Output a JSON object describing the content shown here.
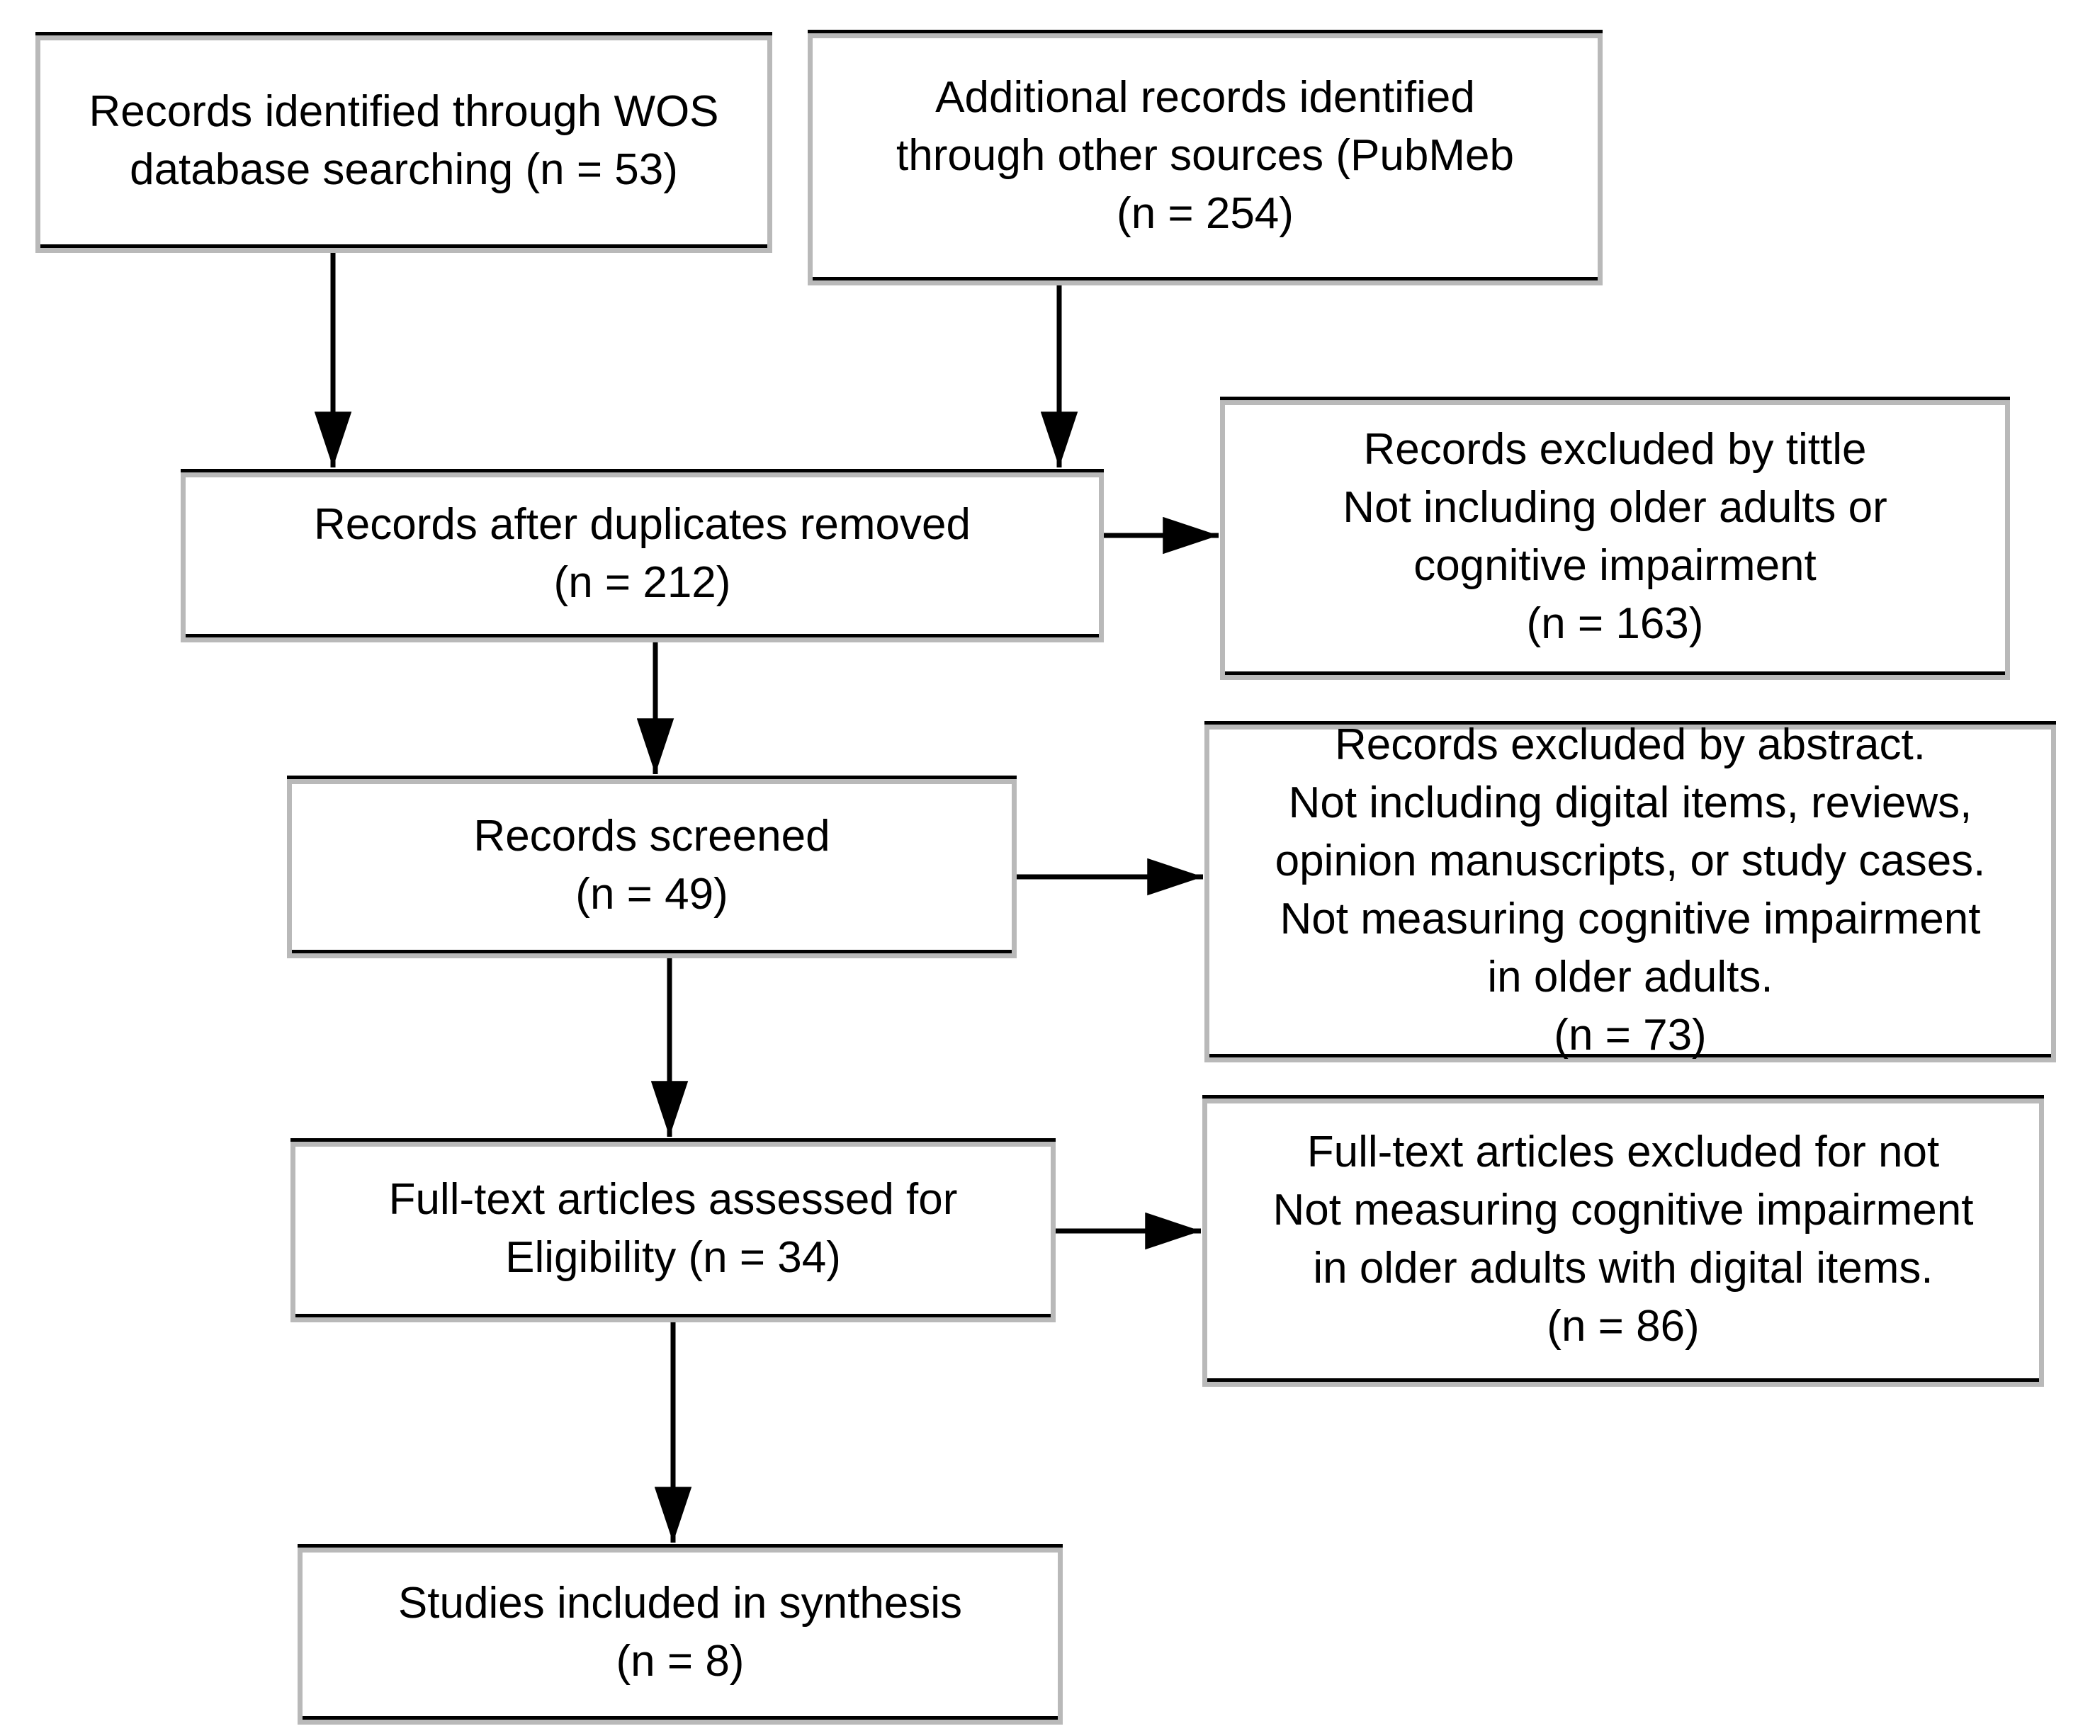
{
  "colors": {
    "ink": "#000000",
    "background": "#ffffff",
    "shadow": "#b9b9b9"
  },
  "boxes": {
    "wos": {
      "text": "Records identified through WOS\ndatabase searching (n = 53)",
      "n": 53
    },
    "other_sources": {
      "text": "Additional records identified\nthrough other sources (PubMeb\n(n = 254)",
      "n": 254
    },
    "after_duplicates": {
      "text": "Records after duplicates removed\n(n = 212)",
      "n": 212
    },
    "excluded_title": {
      "text": "Records excluded by tittle\nNot including older adults or\ncognitive impairment\n(n = 163)",
      "n": 163
    },
    "screened": {
      "text": "Records screened\n(n = 49)",
      "n": 49
    },
    "excluded_abstract": {
      "text": "Records excluded by abstract.\nNot including digital items, reviews,\nopinion manuscripts, or study cases.\nNot measuring cognitive impairment\nin older adults.\n(n = 73)",
      "n": 73
    },
    "fulltext_assessed": {
      "text": "Full-text articles assessed for\nEligibility (n = 34)",
      "n": 34
    },
    "fulltext_excluded": {
      "text": "Full-text articles excluded for not\nNot measuring cognitive impairment\nin older adults with digital items.\n(n = 86)",
      "n": 86
    },
    "included": {
      "text": "Studies included in synthesis\n(n = 8)",
      "n": 8
    }
  },
  "arrows": [
    {
      "name": "arrow-wos-to-duplicates",
      "direction": "down"
    },
    {
      "name": "arrow-other-sources-to-duplicates",
      "direction": "down"
    },
    {
      "name": "arrow-duplicates-to-excluded-title",
      "direction": "right"
    },
    {
      "name": "arrow-duplicates-to-screened",
      "direction": "down"
    },
    {
      "name": "arrow-screened-to-excluded-abstract",
      "direction": "right"
    },
    {
      "name": "arrow-screened-to-fulltext",
      "direction": "down"
    },
    {
      "name": "arrow-fulltext-to-excluded",
      "direction": "right"
    },
    {
      "name": "arrow-fulltext-to-included",
      "direction": "down"
    }
  ]
}
